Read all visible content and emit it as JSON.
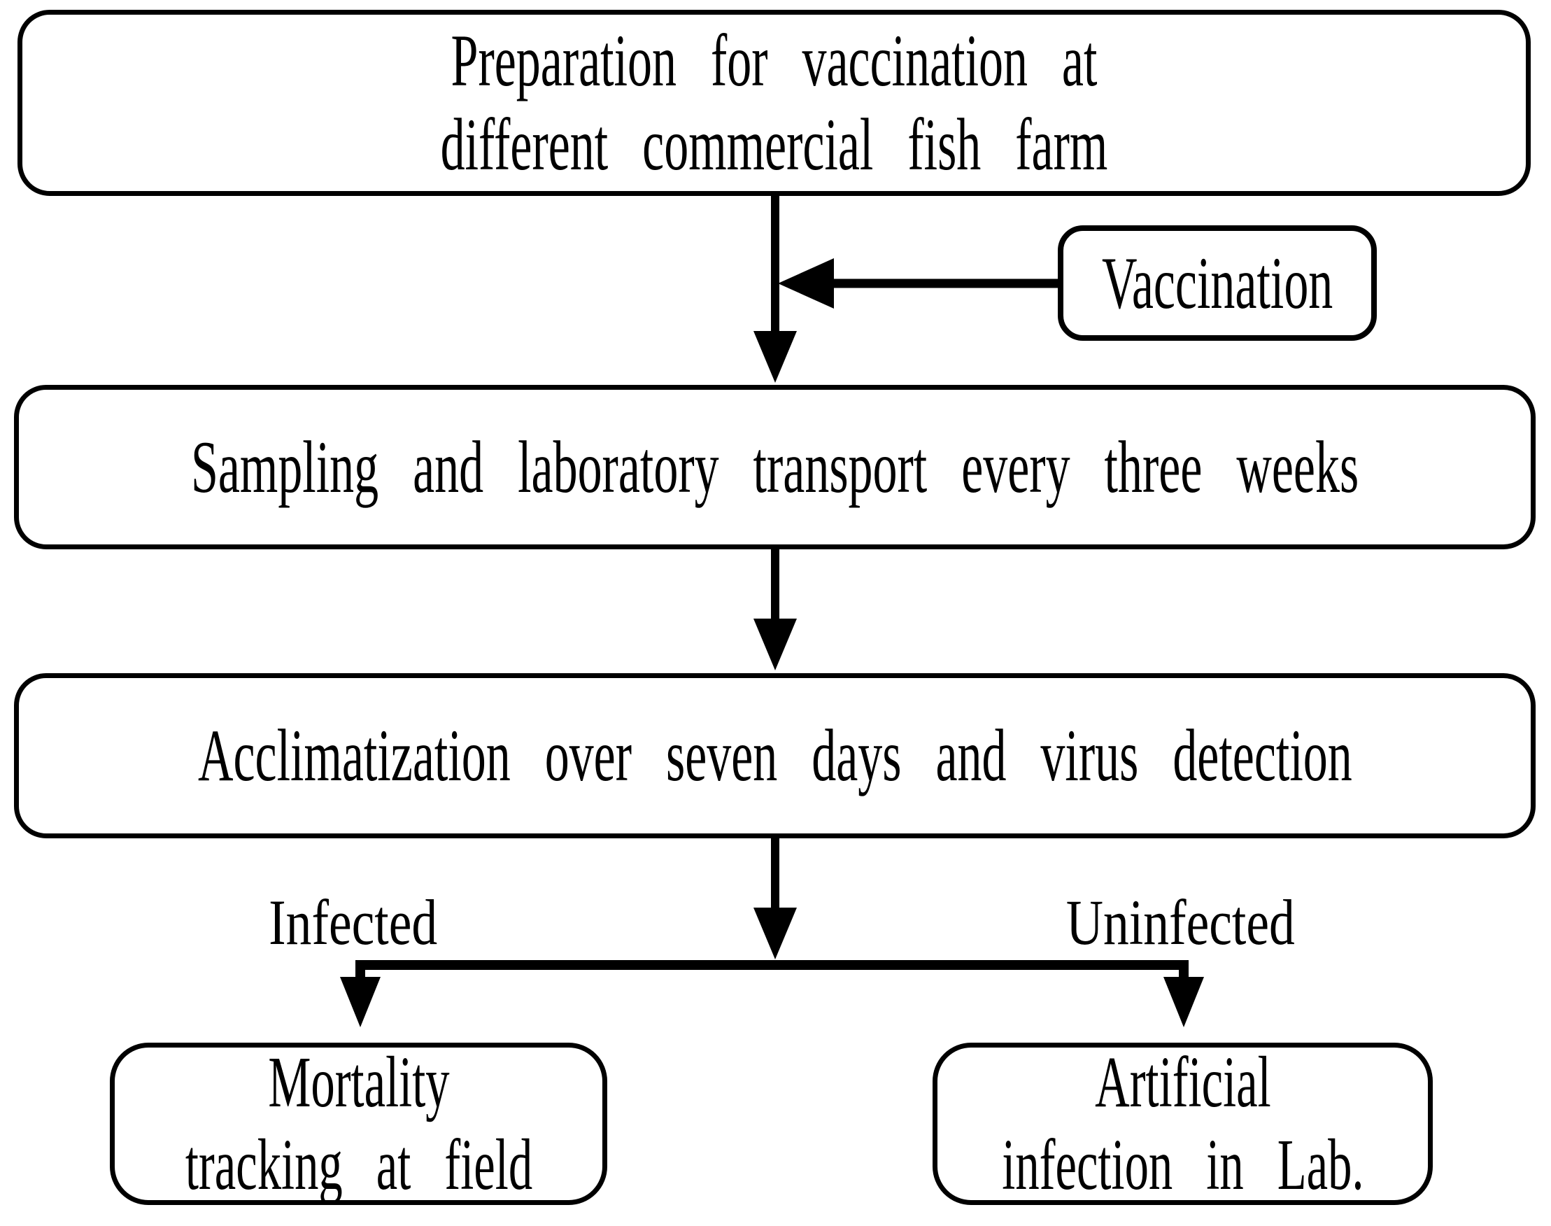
{
  "nodes": {
    "preparation": {
      "line1": "Preparation for vaccination at",
      "line2": "different commercial fish farm"
    },
    "vaccination": {
      "label": "Vaccination"
    },
    "sampling": {
      "label": "Sampling and laboratory transport every three weeks"
    },
    "acclimatization": {
      "label": "Acclimatization over seven days and virus detection"
    },
    "mortality": {
      "line1": "Mortality",
      "line2": "tracking at field"
    },
    "artificial": {
      "line1": "Artificial",
      "line2": "infection in Lab."
    }
  },
  "branch_labels": {
    "infected": "Infected",
    "uninfected": "Uninfected"
  },
  "edges": [
    {
      "from": "preparation",
      "to": "sampling",
      "label": ""
    },
    {
      "from": "vaccination",
      "to": "main-flow",
      "label": ""
    },
    {
      "from": "sampling",
      "to": "acclimatization",
      "label": ""
    },
    {
      "from": "acclimatization",
      "to": "mortality",
      "label": "Infected"
    },
    {
      "from": "acclimatization",
      "to": "artificial",
      "label": "Uninfected"
    }
  ],
  "colors": {
    "stroke": "#000000",
    "text": "#000000",
    "background": "#ffffff"
  }
}
